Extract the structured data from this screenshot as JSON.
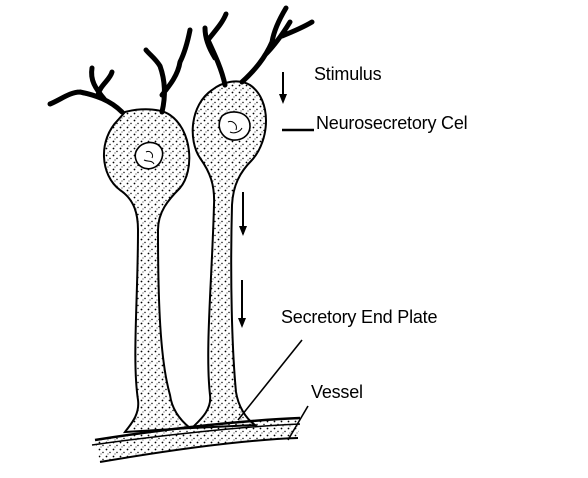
{
  "labels": {
    "stimulus": "Stimulus",
    "neurosecretory_cell": "Neurosecretory Cel",
    "secretory_end_plate": "Secretory End  Plate",
    "vessel": "Vessel"
  },
  "icons": {
    "arrow": "down-arrow-icon"
  },
  "colors": {
    "ink": "#000000",
    "background": "#ffffff"
  }
}
